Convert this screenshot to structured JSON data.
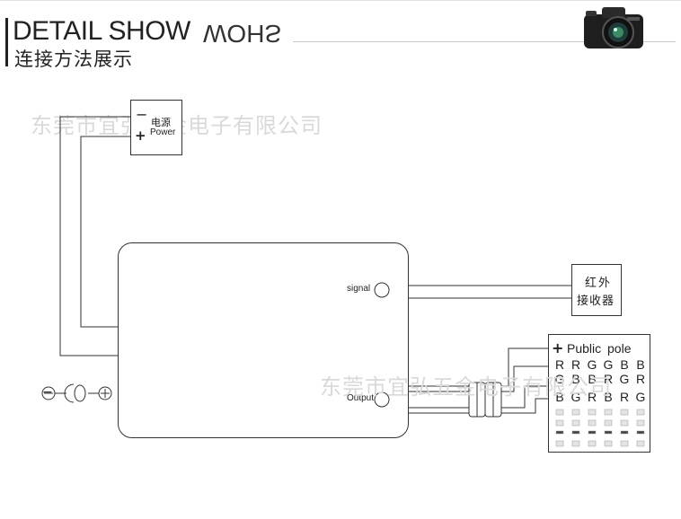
{
  "header": {
    "title_en": "DETAIL SHOW",
    "title_en_mirror": "WOHS",
    "title_cn": "连接方法展示",
    "camera_icon": "camera-icon"
  },
  "watermarks": [
    "东莞市宜弘五金电子有限公司",
    "东莞市宜弘五金电子有限公司"
  ],
  "power": {
    "minus": "−",
    "plus": "+",
    "label_cn": "电源",
    "label_en": "Power"
  },
  "controller": {
    "signal_label": "signal",
    "output_label": "Output"
  },
  "ir_receiver": {
    "line1": "红外",
    "line2": "接收器"
  },
  "led_strip": {
    "public_plus": "+",
    "public_label": "Public pole",
    "row1": [
      "R",
      "R",
      "G",
      "G",
      "B",
      "B"
    ],
    "row2": [
      "G",
      "B",
      "B",
      "R",
      "G",
      "R"
    ],
    "row3": [
      "B",
      "G",
      "R",
      "B",
      "R",
      "G"
    ]
  },
  "dc_plug": {
    "minus": "−",
    "plus": "+"
  },
  "colors": {
    "line": "#333333",
    "watermark": "#d9d9d9",
    "rule": "#c9c9c9"
  }
}
